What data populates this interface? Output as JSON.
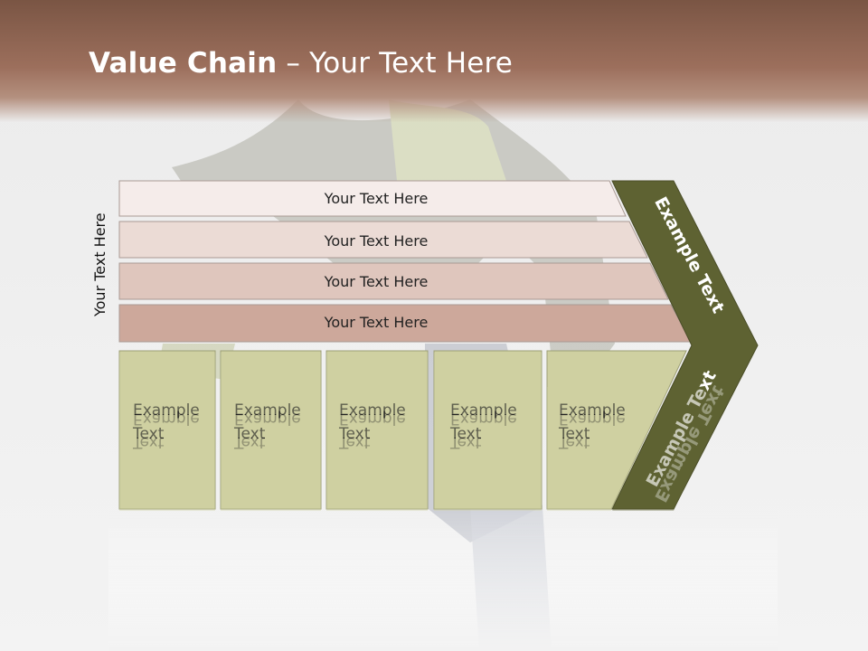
{
  "slide": {
    "title_bold": "Value Chain",
    "title_rest": " – Your Text Here",
    "side_label": "Your Text Here"
  },
  "rows": [
    {
      "label": "Your Text Here"
    },
    {
      "label": "Your Text Here"
    },
    {
      "label": "Your Text Here"
    },
    {
      "label": "Your Text Here"
    }
  ],
  "boxes": [
    {
      "line1": "Example",
      "line2": "Text"
    },
    {
      "line1": "Example",
      "line2": "Text"
    },
    {
      "line1": "Example",
      "line2": "Text"
    },
    {
      "line1": "Example",
      "line2": "Text"
    },
    {
      "line1": "Example",
      "line2": "Text"
    }
  ],
  "chevron": {
    "upper_label": "Example Text",
    "lower_label": "Example Text"
  },
  "colors": {
    "header": "#8a604d",
    "row_1": "#f5ecea",
    "row_2": "#ebdbd5",
    "row_3": "#dfc6bd",
    "row_4": "#cda89b",
    "boxes": "#cfd0a1",
    "chevron": "#5e6232"
  }
}
